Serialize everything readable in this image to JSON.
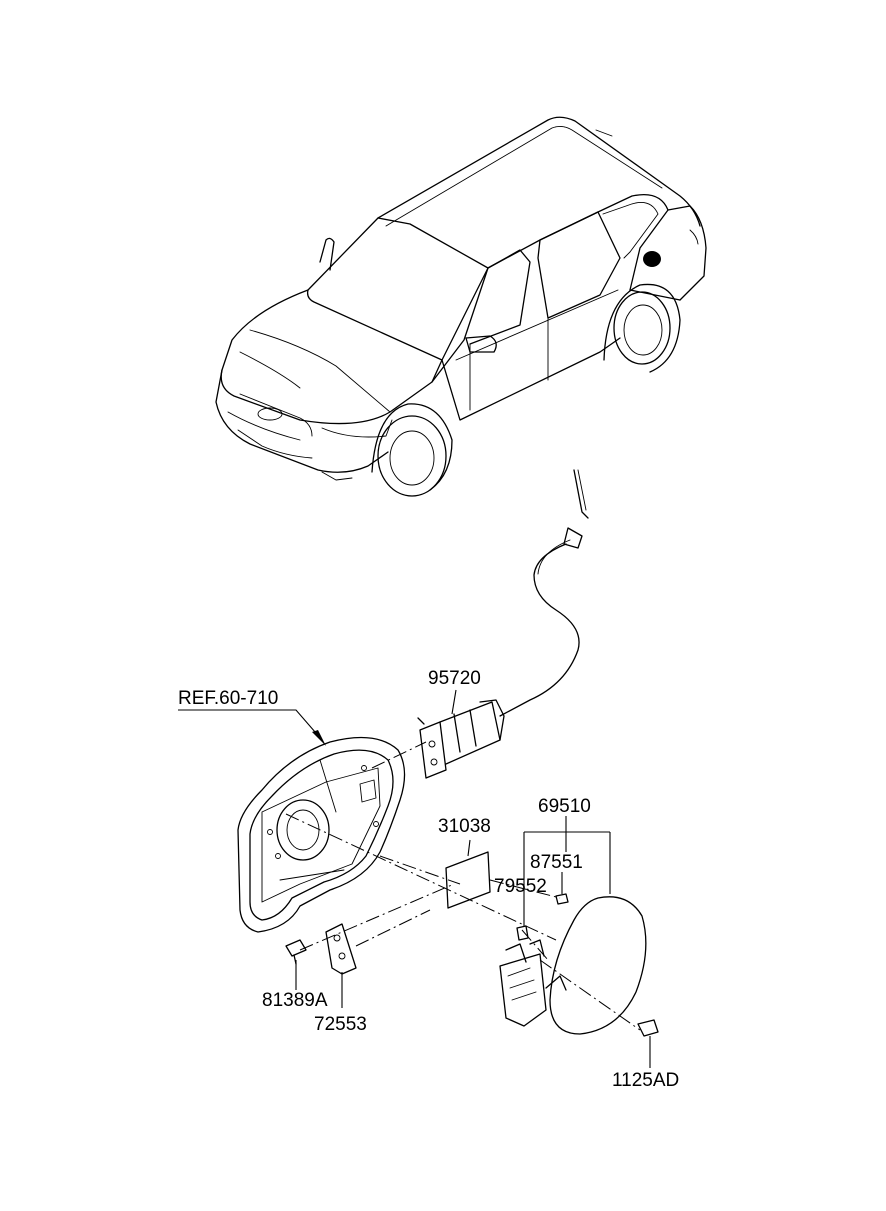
{
  "parts": {
    "ref": "REF.60-710",
    "p95720": "95720",
    "p31038": "31038",
    "p69510": "69510",
    "p87551": "87551",
    "p79552": "79552",
    "p81389A": "81389A",
    "p72553": "72553",
    "p1125AD": "1125AD"
  }
}
